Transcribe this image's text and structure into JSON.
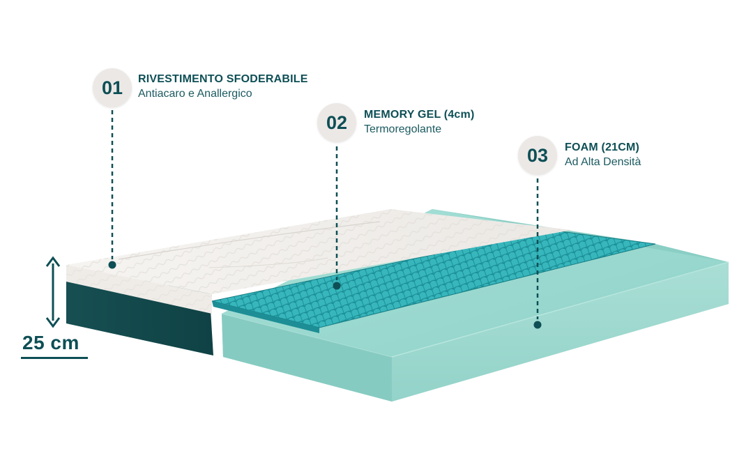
{
  "layers": [
    {
      "number": "01",
      "title": "RIVESTIMENTO SFODERABILE",
      "subtitle": "Antiacaro e Anallergico"
    },
    {
      "number": "02",
      "title": "MEMORY GEL (4cm)",
      "subtitle": "Termoregolante"
    },
    {
      "number": "03",
      "title": "FOAM (21CM)",
      "subtitle": "Ad Alta Densità"
    }
  ],
  "height_label": "25 cm",
  "colors": {
    "accent": "#0d4f55",
    "badge_bg": "#ece8e6",
    "cover_white": "#f4f2ef",
    "cover_base": "#174f52",
    "gel_teal": "#2aa7ad",
    "foam_mint": "#93d6cd"
  }
}
